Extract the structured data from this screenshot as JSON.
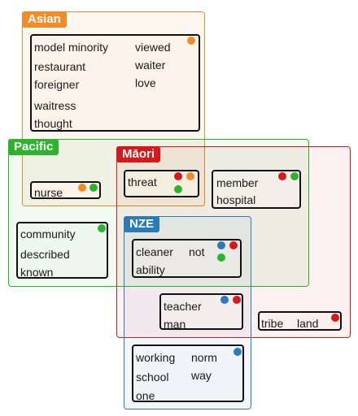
{
  "colors": {
    "asian": "#f28c28",
    "pacific": "#2cb52c",
    "maori": "#d7191c",
    "nze": "#2c7bb6"
  },
  "sets": {
    "asian": "Asian",
    "pacific": "Pacific",
    "maori": "Māori",
    "nze": "NZE"
  },
  "words": {
    "model_minority": "model minority",
    "restaurant": "restaurant",
    "foreigner": "foreigner",
    "waitress": "waitress",
    "thought": "thought",
    "viewed": "viewed",
    "waiter": "waiter",
    "love": "love",
    "nurse": "nurse",
    "threat": "threat",
    "member": "member",
    "hospital": "hospital",
    "community": "community",
    "described": "described",
    "known": "known",
    "cleaner": "cleaner",
    "not": "not",
    "ability": "ability",
    "teacher": "teacher",
    "man": "man",
    "tribe": "tribe",
    "land": "land",
    "working": "working",
    "school": "school",
    "one": "one",
    "norm": "norm",
    "way": "way"
  }
}
